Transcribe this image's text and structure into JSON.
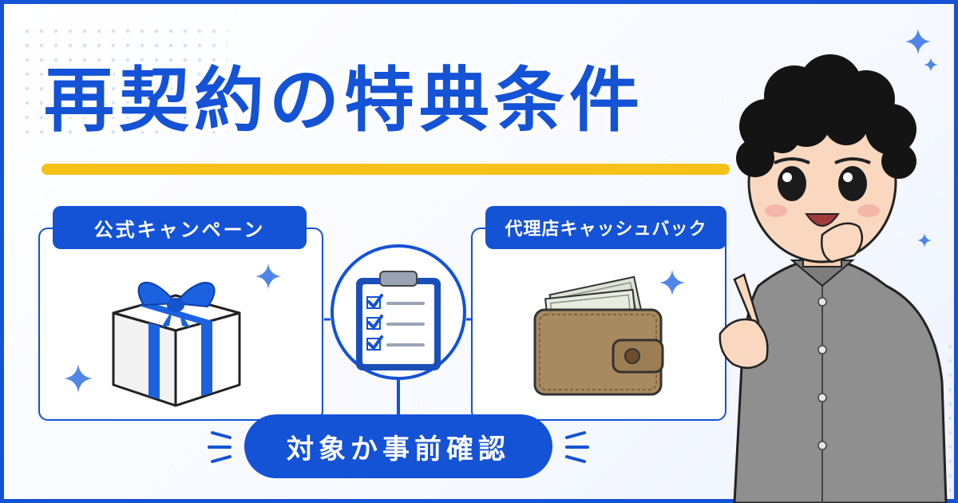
{
  "title": "再契約の特典条件",
  "left_panel": {
    "label": "公式キャンペーン",
    "icon": "gift-box-icon"
  },
  "right_panel": {
    "label": "代理店キャッシュバック",
    "icon": "wallet-icon"
  },
  "center": {
    "icon": "checklist-clipboard-icon"
  },
  "bottom_label": "対象か事前確認",
  "character": {
    "icon": "pointing-character"
  },
  "colors": {
    "brand_blue": "#1452d6",
    "accent_yellow": "#f5c21a",
    "sparkle": "#4f86e8"
  }
}
